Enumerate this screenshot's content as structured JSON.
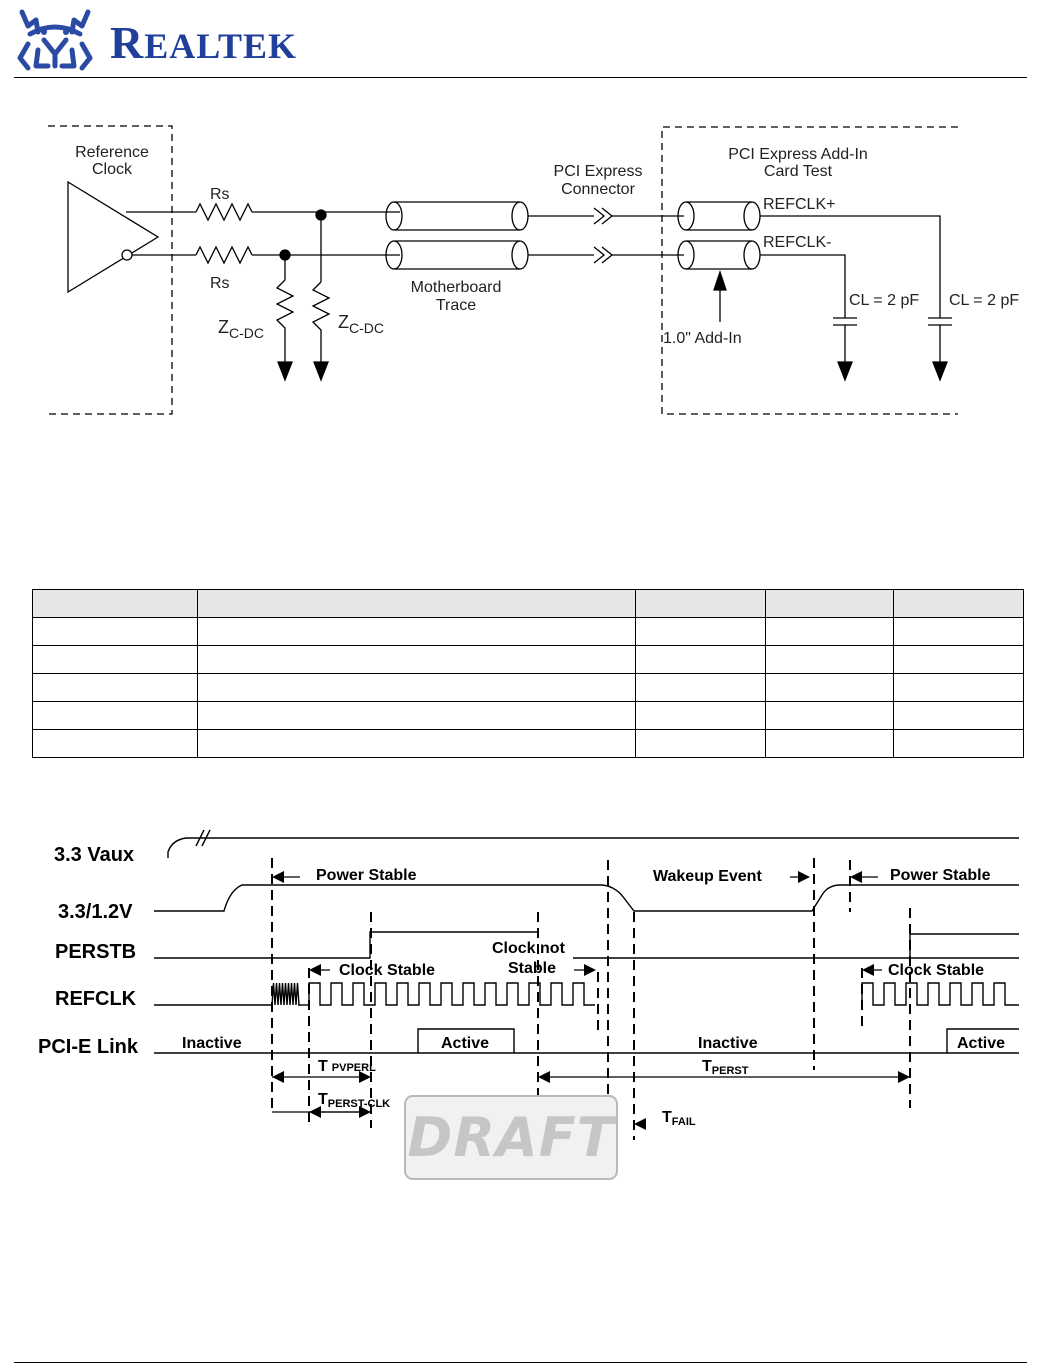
{
  "header": {
    "brand_text": "Realtek",
    "brand_first": "R",
    "brand_rest": "EALTEK"
  },
  "circuit_diagram": {
    "reference_clock_label_line1": "Reference",
    "reference_clock_label_line2": "Clock",
    "rs_label": "Rs",
    "zcdc_main": "Z",
    "zcdc_sub": "C-DC",
    "connector_label_line1": "PCI Express",
    "connector_label_line2": "Connector",
    "trace_label_line1": "Motherboard",
    "trace_label_line2": "Trace",
    "addin_label_line1": "PCI Express Add-In",
    "addin_label_line2": "Card Test",
    "refclk_plus": "REFCLK+",
    "refclk_minus": "REFCLK-",
    "cl_label": "CL = 2 pF",
    "addin_length_label": "1.0\" Add-In"
  },
  "timing_table": {
    "rows": [
      [
        "",
        "",
        "",
        "",
        ""
      ],
      [
        "",
        "",
        "",
        "",
        ""
      ],
      [
        "",
        "",
        "",
        "",
        ""
      ],
      [
        "",
        "",
        "",
        "",
        ""
      ],
      [
        "",
        "",
        "",
        "",
        ""
      ]
    ],
    "header": [
      "",
      "",
      "",
      "",
      ""
    ]
  },
  "timing_diagram": {
    "signals": {
      "vaux": "3.3 Vaux",
      "v33_12": "3.3/1.2V",
      "perstb": "PERSTB",
      "refclk": "REFCLK",
      "pcie_link": "PCI-E Link"
    },
    "labels": {
      "power_stable": "Power Stable",
      "wakeup_event": "Wakeup Event",
      "clock_stable": "Clock Stable",
      "clock_not_line1": "Clock not",
      "clock_not_line2": "Stable",
      "inactive": "Inactive",
      "active": "Active",
      "t_main": "T",
      "t_pvperl_sub": "PVPERL",
      "t_perst_clk_sub": "PERST-CLK",
      "t_perst_sub": "PERST",
      "t_fail_sub": "FAIL"
    }
  },
  "watermark": {
    "text": "DRAFT"
  }
}
